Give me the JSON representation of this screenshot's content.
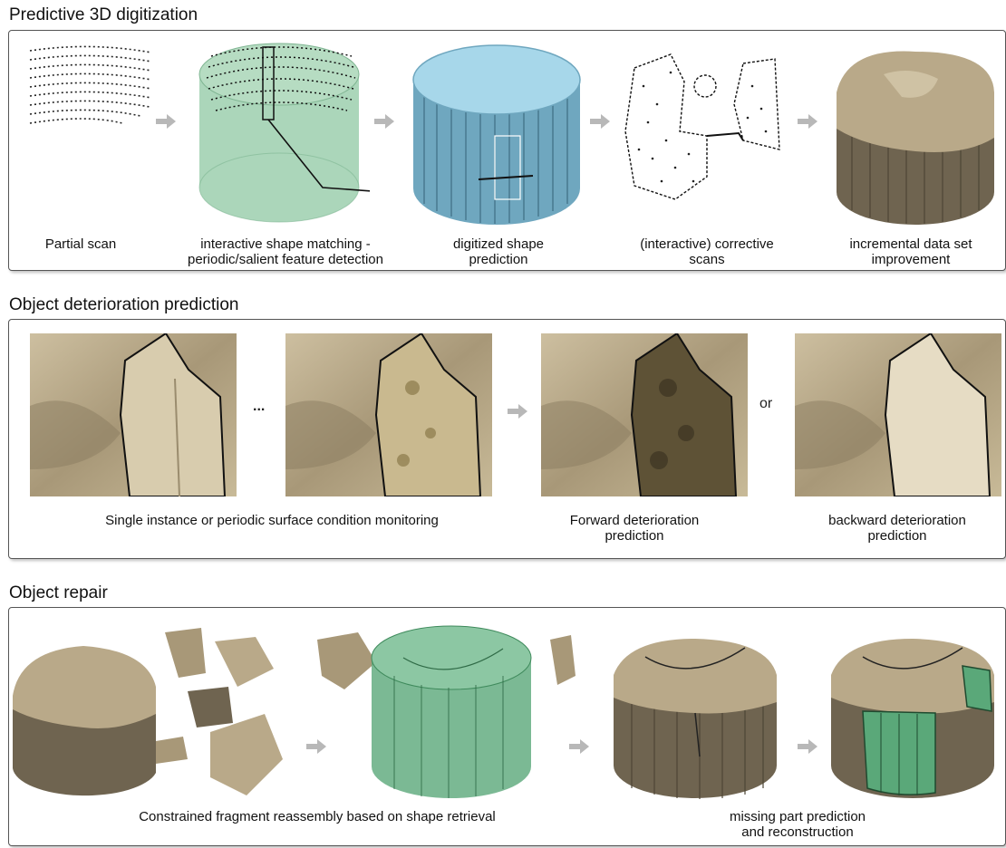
{
  "sections": {
    "digitization": {
      "title": "Predictive 3D digitization",
      "steps": [
        "Partial scan",
        "interactive shape matching -\nperiodic/salient feature detection",
        "digitized shape\nprediction",
        "(interactive) corrective\nscans",
        "incremental data set\nimprovement"
      ]
    },
    "deterioration": {
      "title": "Object deterioration prediction",
      "ellipsis": "...",
      "or_word": "or",
      "labels": [
        "Single instance or periodic surface condition monitoring",
        "Forward deterioration\nprediction",
        "backward deterioration\nprediction"
      ]
    },
    "repair": {
      "title": "Object repair",
      "labels": [
        "Constrained fragment reassembly based on shape retrieval",
        "missing part prediction\nand reconstruction"
      ]
    }
  },
  "colors": {
    "stone": "#b9a989",
    "stone_dark": "#6f6450",
    "cyl_green": "#9ccfae",
    "cyl_blue": "#8fc4d8",
    "repair_green": "#5aa879",
    "arrow": "#b8b8b8"
  }
}
